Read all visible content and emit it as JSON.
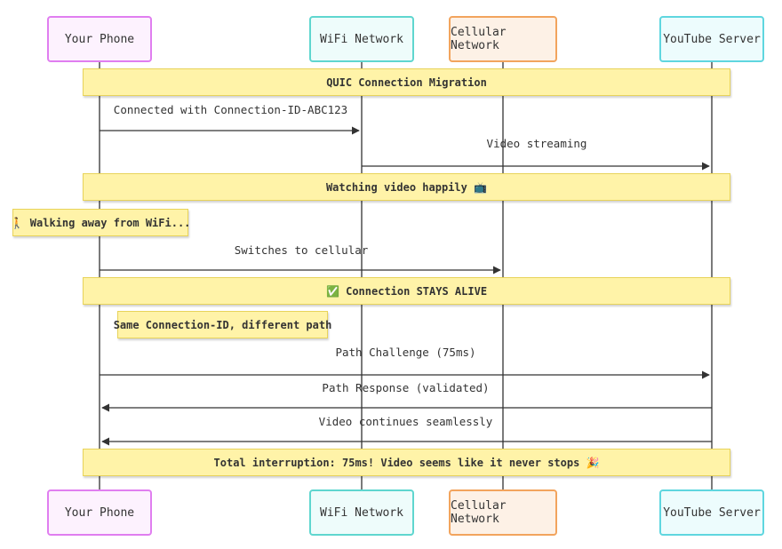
{
  "participants": [
    {
      "id": "phone",
      "label": "Your Phone"
    },
    {
      "id": "wifi",
      "label": "WiFi Network"
    },
    {
      "id": "cell",
      "label": "Cellular Network"
    },
    {
      "id": "yt",
      "label": "YouTube Server"
    }
  ],
  "steps": [
    {
      "kind": "note",
      "text": "QUIC Connection Migration",
      "span": "phone-yt"
    },
    {
      "kind": "message",
      "from": "phone",
      "to": "wifi",
      "text": "Connected with Connection-ID-ABC123"
    },
    {
      "kind": "message",
      "from": "wifi",
      "to": "yt",
      "text": "Video streaming"
    },
    {
      "kind": "note",
      "text": "Watching video happily 📺",
      "span": "phone-yt"
    },
    {
      "kind": "note",
      "text": "🚶 Walking away from WiFi...",
      "span": "left-of-phone"
    },
    {
      "kind": "message",
      "from": "phone",
      "to": "cell",
      "text": "Switches to cellular"
    },
    {
      "kind": "note",
      "text": "✅ Connection STAYS ALIVE",
      "span": "phone-yt"
    },
    {
      "kind": "note",
      "text": "Same Connection-ID, different path",
      "span": "right-of-phone"
    },
    {
      "kind": "message",
      "from": "phone",
      "to": "yt",
      "text": "Path Challenge (75ms)"
    },
    {
      "kind": "message",
      "from": "yt",
      "to": "phone",
      "text": "Path Response (validated)"
    },
    {
      "kind": "message",
      "from": "yt",
      "to": "phone",
      "text": "Video continues seamlessly"
    },
    {
      "kind": "note",
      "text": "Total interruption: 75ms! Video seems like it never stops 🎉",
      "span": "phone-yt"
    }
  ],
  "colors": {
    "note_fill": "#fff3a8",
    "note_border": "#e8d35a",
    "lifeline": "#333333",
    "phone_border": "#e07ef0",
    "wifi_border": "#5fd6cf",
    "cell_border": "#f2a45d",
    "yt_border": "#5fd6df"
  }
}
